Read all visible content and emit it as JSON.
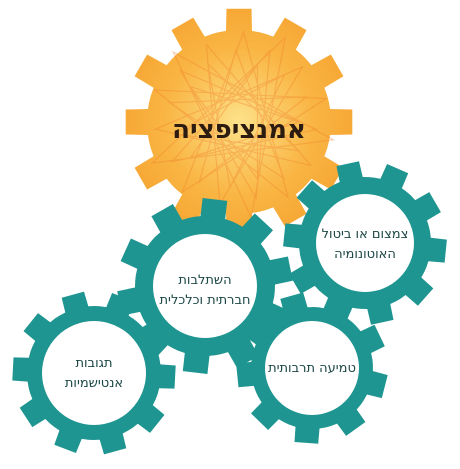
{
  "colors": {
    "main_gear": "#f6a431",
    "main_gear_light": "#fbd36b",
    "main_gear_pattern": "#f07c2a",
    "teal_gear": "#1e9590",
    "gear_inner": "#ffffff",
    "label_text": "#1c4746"
  },
  "central_gear": {
    "label": "אמנציפציה"
  },
  "gears": [
    {
      "id": "autonomy",
      "lines": [
        "צמצום או ביטול",
        "האוטונומיה"
      ]
    },
    {
      "id": "integration",
      "lines": [
        "השתלבות",
        "חברתית וכלכלית"
      ]
    },
    {
      "id": "assimilation",
      "lines": [
        "טמיעה תרבותית"
      ]
    },
    {
      "id": "antisemitism",
      "lines": [
        "תגובות",
        "אנטישמיות"
      ]
    }
  ]
}
